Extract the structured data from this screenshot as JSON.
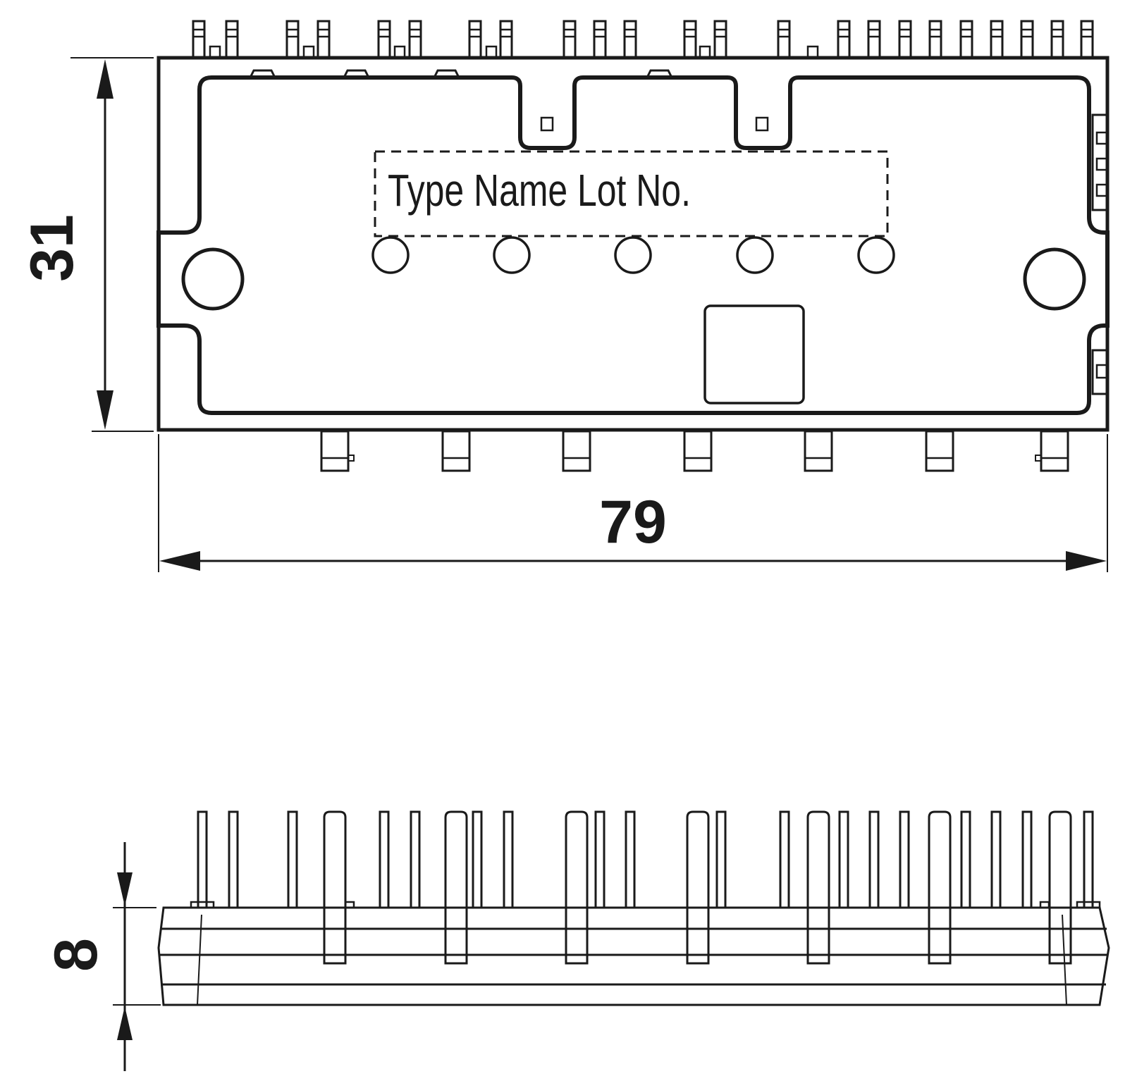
{
  "top_view": {
    "marking_label": "Type Name Lot No.",
    "dim_height": "31",
    "dim_width": "79"
  },
  "side_view": {
    "dim_thickness": "8"
  }
}
